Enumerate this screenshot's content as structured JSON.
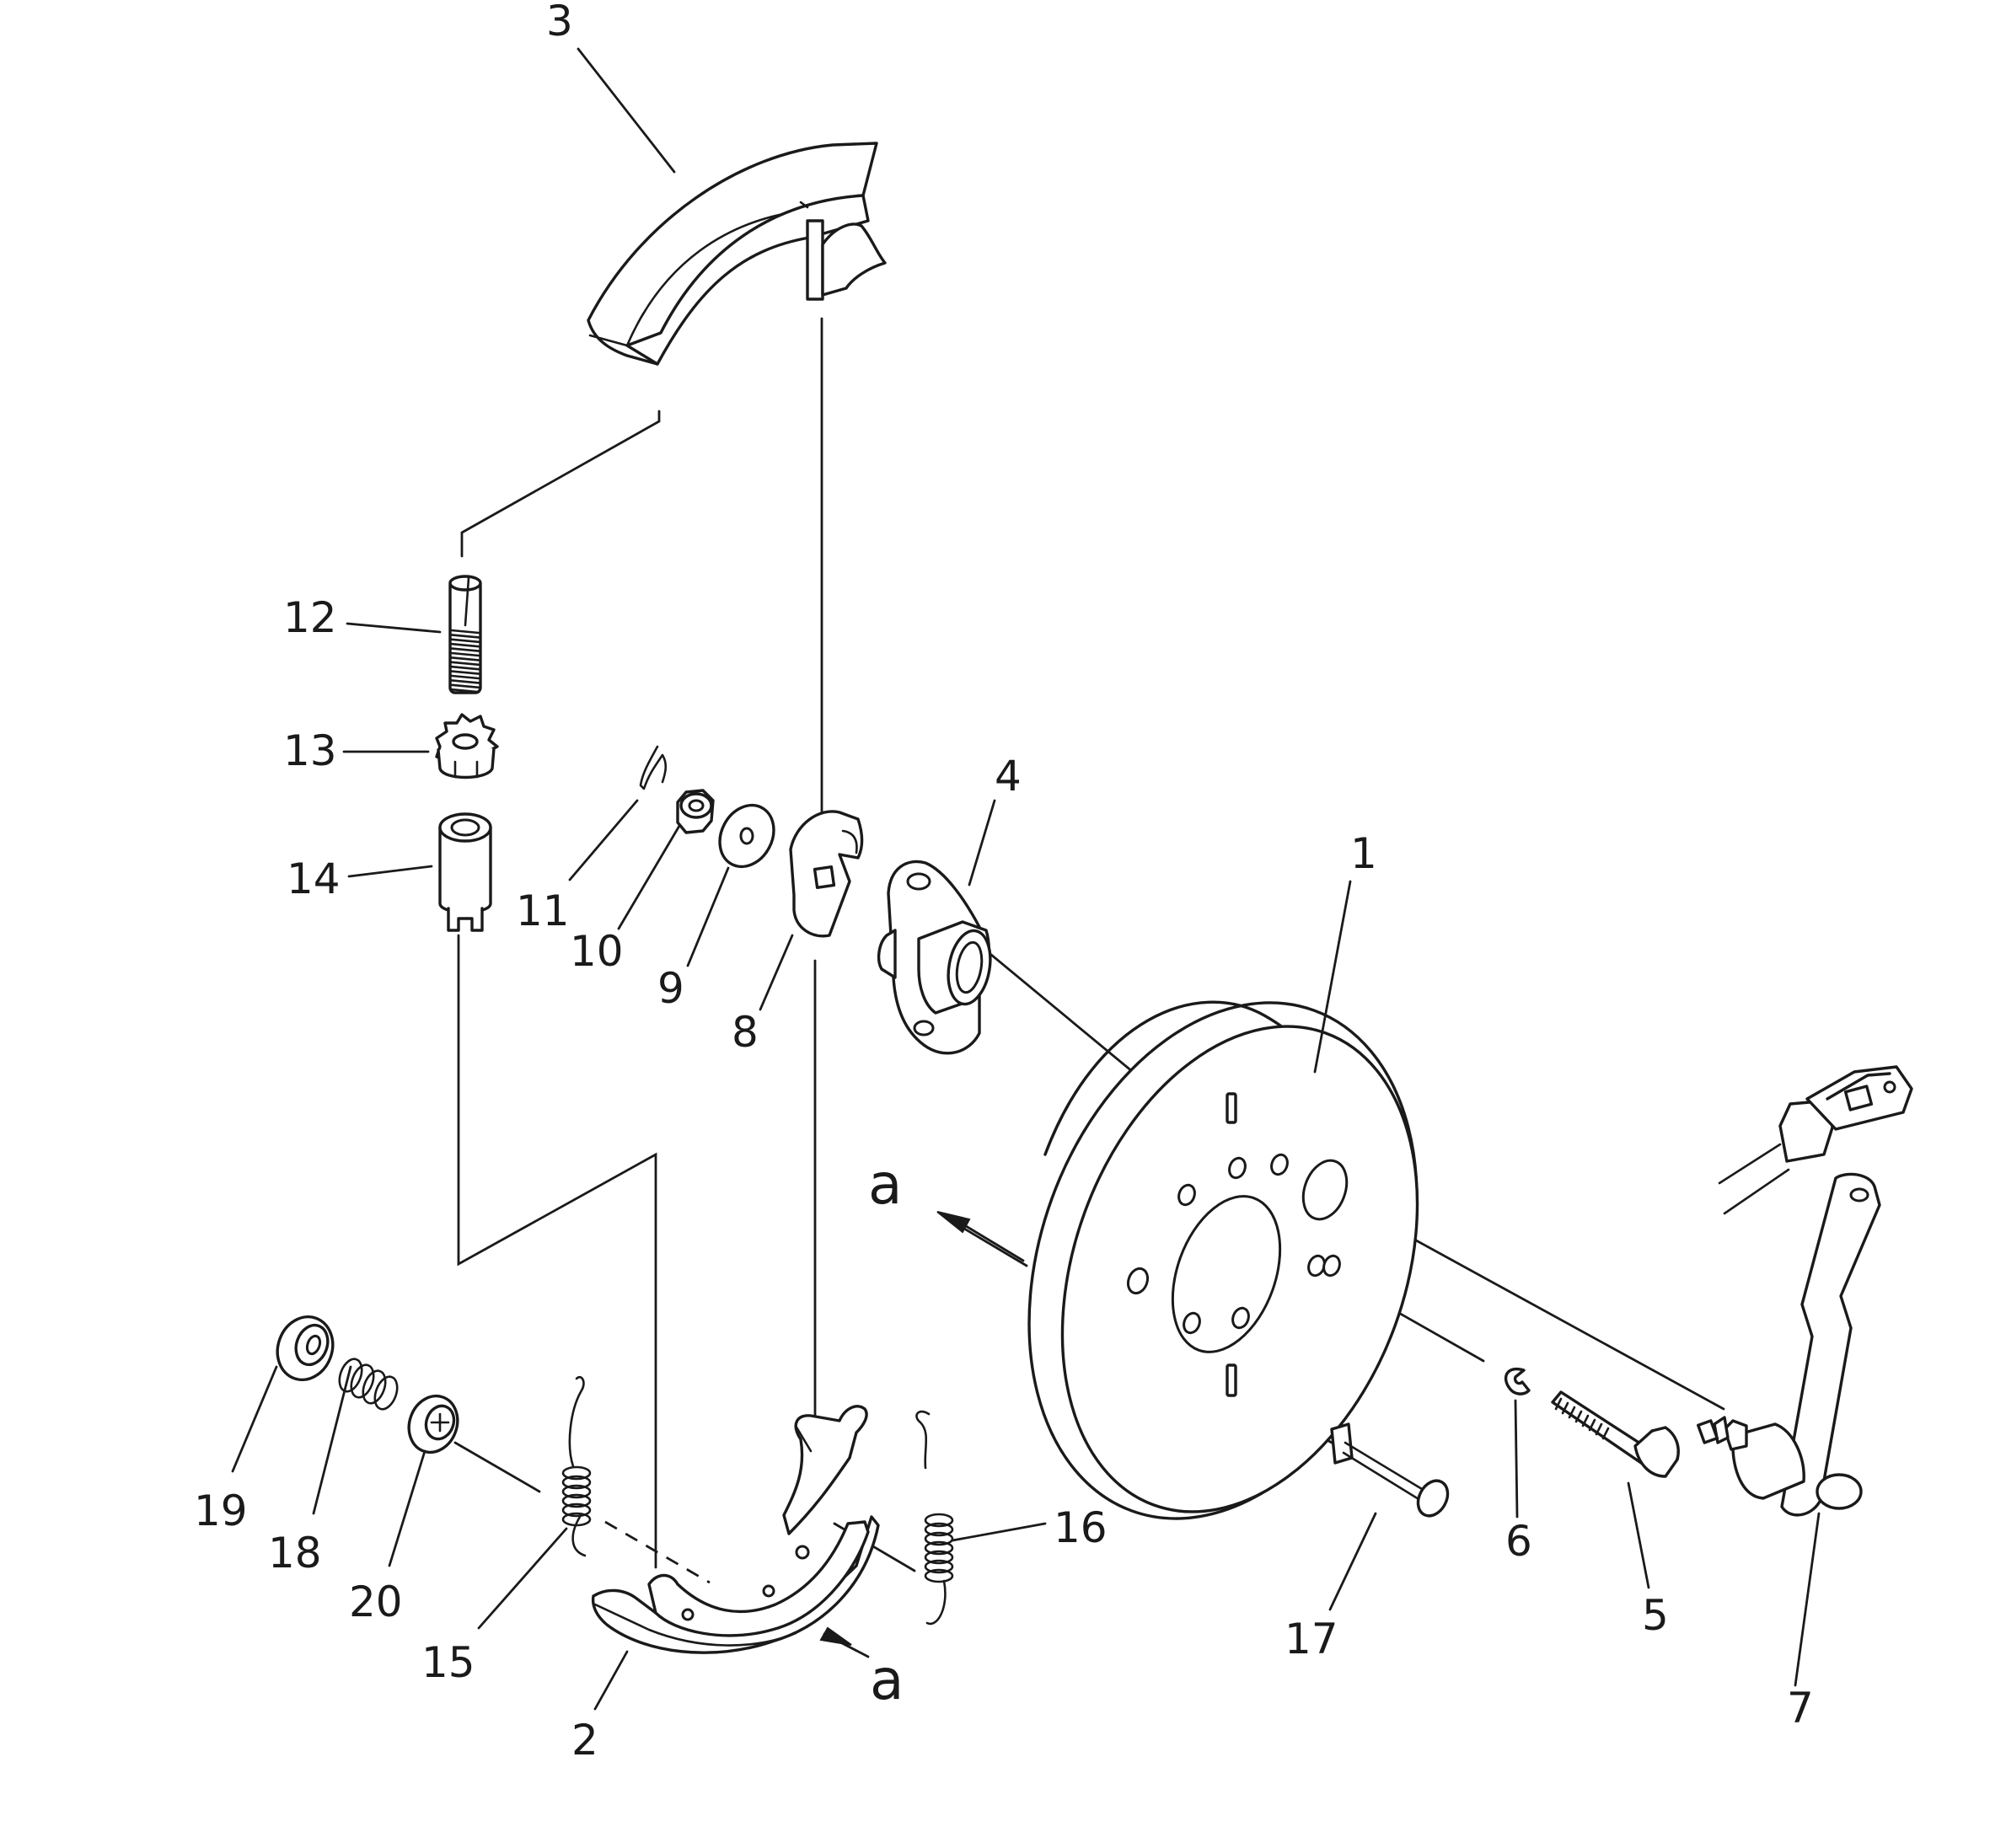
{
  "labels": {
    "p1": "1",
    "p2": "2",
    "p3": "3",
    "p4": "4",
    "p5": "5",
    "p6": "6",
    "p7": "7",
    "p8": "8",
    "p9": "9",
    "p10": "10",
    "p11": "11",
    "p12": "12",
    "p13": "13",
    "p14": "14",
    "p15": "15",
    "p16": "16",
    "p17": "17",
    "p18": "18",
    "p19": "19",
    "p20": "20",
    "view_a_top": "a",
    "view_a_bottom": "a"
  }
}
